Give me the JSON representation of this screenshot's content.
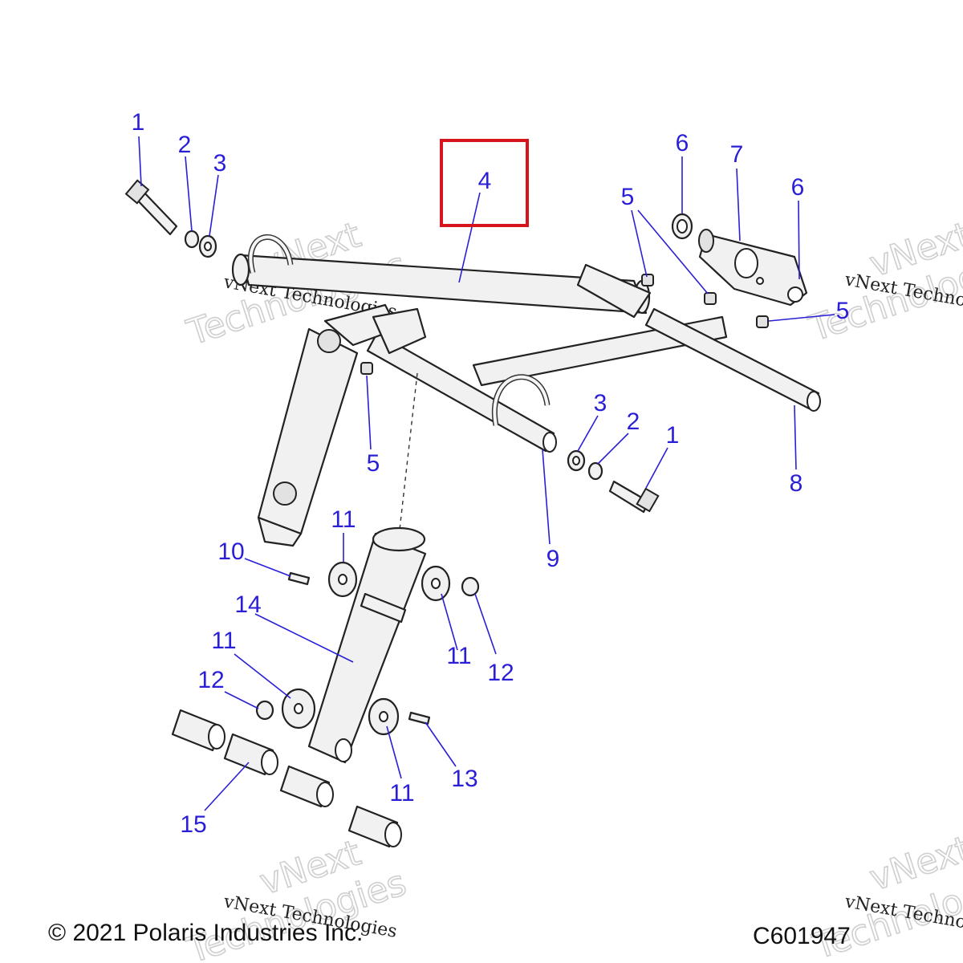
{
  "callouts": [
    {
      "id": "c1a",
      "text": "1"
    },
    {
      "id": "c2a",
      "text": "2"
    },
    {
      "id": "c3a",
      "text": "3"
    },
    {
      "id": "c4",
      "text": "4"
    },
    {
      "id": "c5a",
      "text": "5"
    },
    {
      "id": "c6a",
      "text": "6"
    },
    {
      "id": "c7",
      "text": "7"
    },
    {
      "id": "c6b",
      "text": "6"
    },
    {
      "id": "c5b",
      "text": "5"
    },
    {
      "id": "c5c",
      "text": "5"
    },
    {
      "id": "c3b",
      "text": "3"
    },
    {
      "id": "c2b",
      "text": "2"
    },
    {
      "id": "c1b",
      "text": "1"
    },
    {
      "id": "c8",
      "text": "8"
    },
    {
      "id": "c9",
      "text": "9"
    },
    {
      "id": "c11a",
      "text": "11"
    },
    {
      "id": "c10",
      "text": "10"
    },
    {
      "id": "c14",
      "text": "14"
    },
    {
      "id": "c11b",
      "text": "11"
    },
    {
      "id": "c12a",
      "text": "12"
    },
    {
      "id": "c11c",
      "text": "11"
    },
    {
      "id": "c12b",
      "text": "12"
    },
    {
      "id": "c11d",
      "text": "11"
    },
    {
      "id": "c13",
      "text": "13"
    },
    {
      "id": "c15",
      "text": "15"
    }
  ],
  "highlight": {
    "callout": "4",
    "color": "#d6161c"
  },
  "label_color": "#2a1fd6",
  "watermark": {
    "line1": "vNext Technologies",
    "big1": "vNext",
    "big2": "Technologies"
  },
  "footer": {
    "copyright": "© 2021 Polaris Industries Inc.",
    "code": "C601947"
  }
}
